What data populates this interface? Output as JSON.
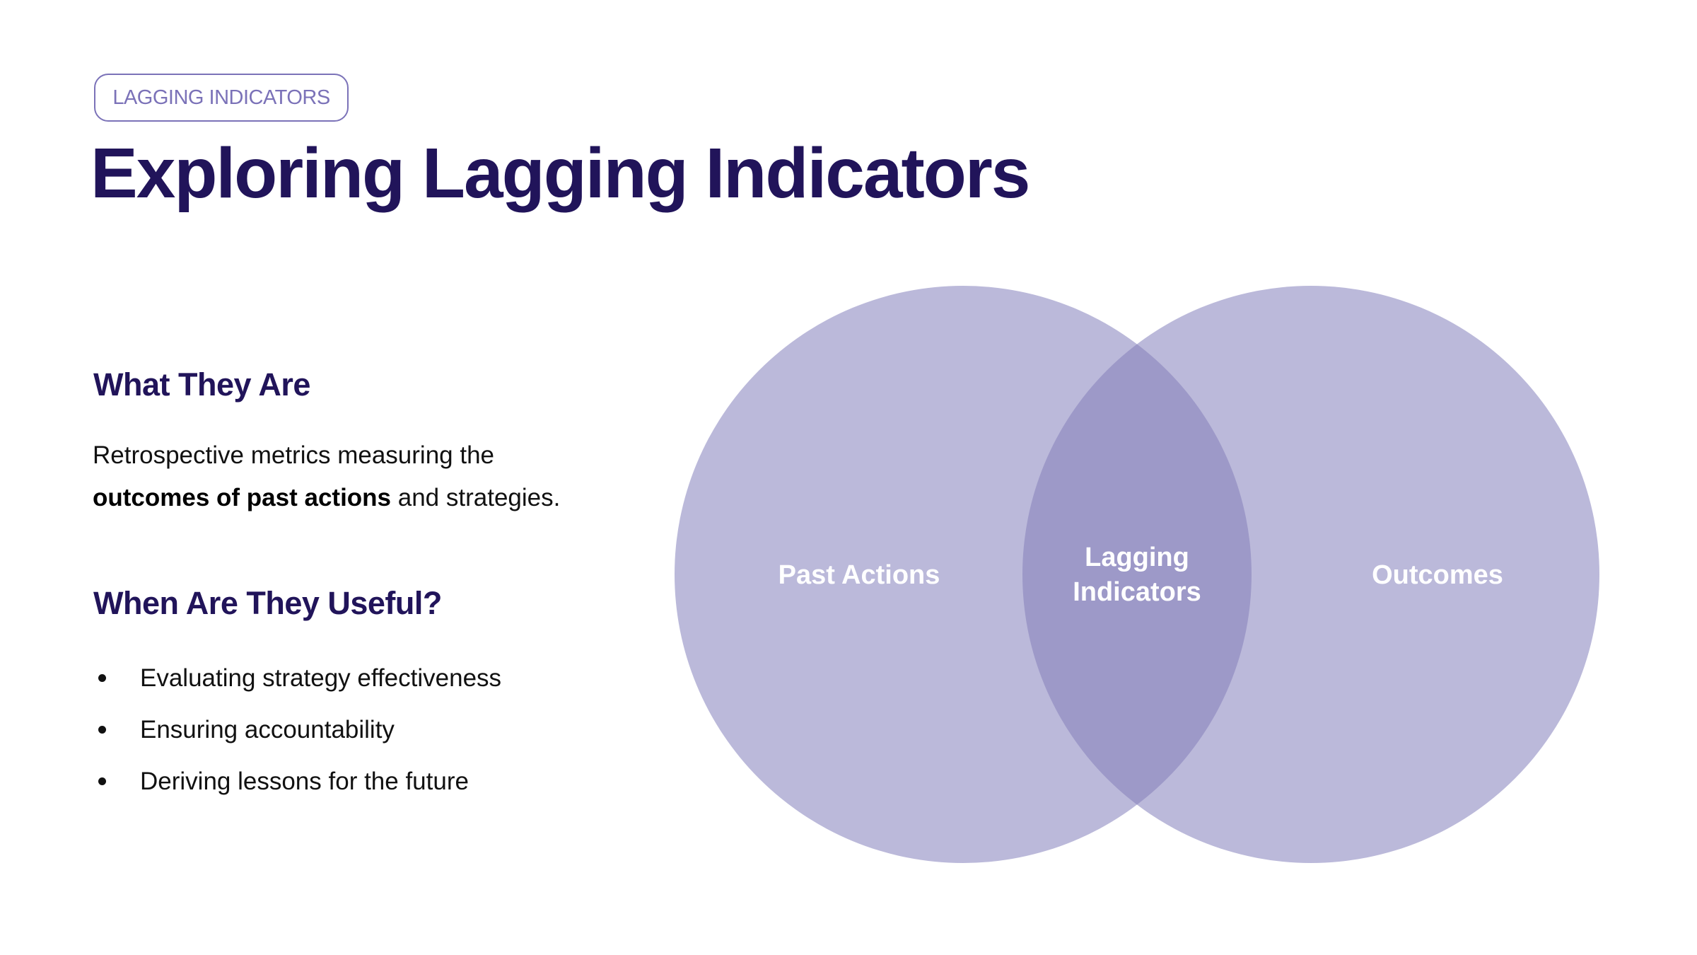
{
  "badge": "LAGGING INDICATORS",
  "title": "Exploring Lagging Indicators",
  "what": {
    "heading": "What They Are",
    "text_before": "Retrospective metrics measuring the ",
    "text_bold": "outcomes of past actions",
    "text_after": " and strategies."
  },
  "when": {
    "heading": "When Are They Useful?",
    "items": [
      "Evaluating strategy effectiveness",
      "Ensuring accountability",
      "Deriving lessons for the future"
    ]
  },
  "venn": {
    "left_label": "Past Actions",
    "right_label": "Outcomes",
    "overlap_label_line1": "Lagging",
    "overlap_label_line2": "Indicators",
    "colors": {
      "circle": "#bbb9da",
      "overlap": "#9d99c8"
    }
  }
}
